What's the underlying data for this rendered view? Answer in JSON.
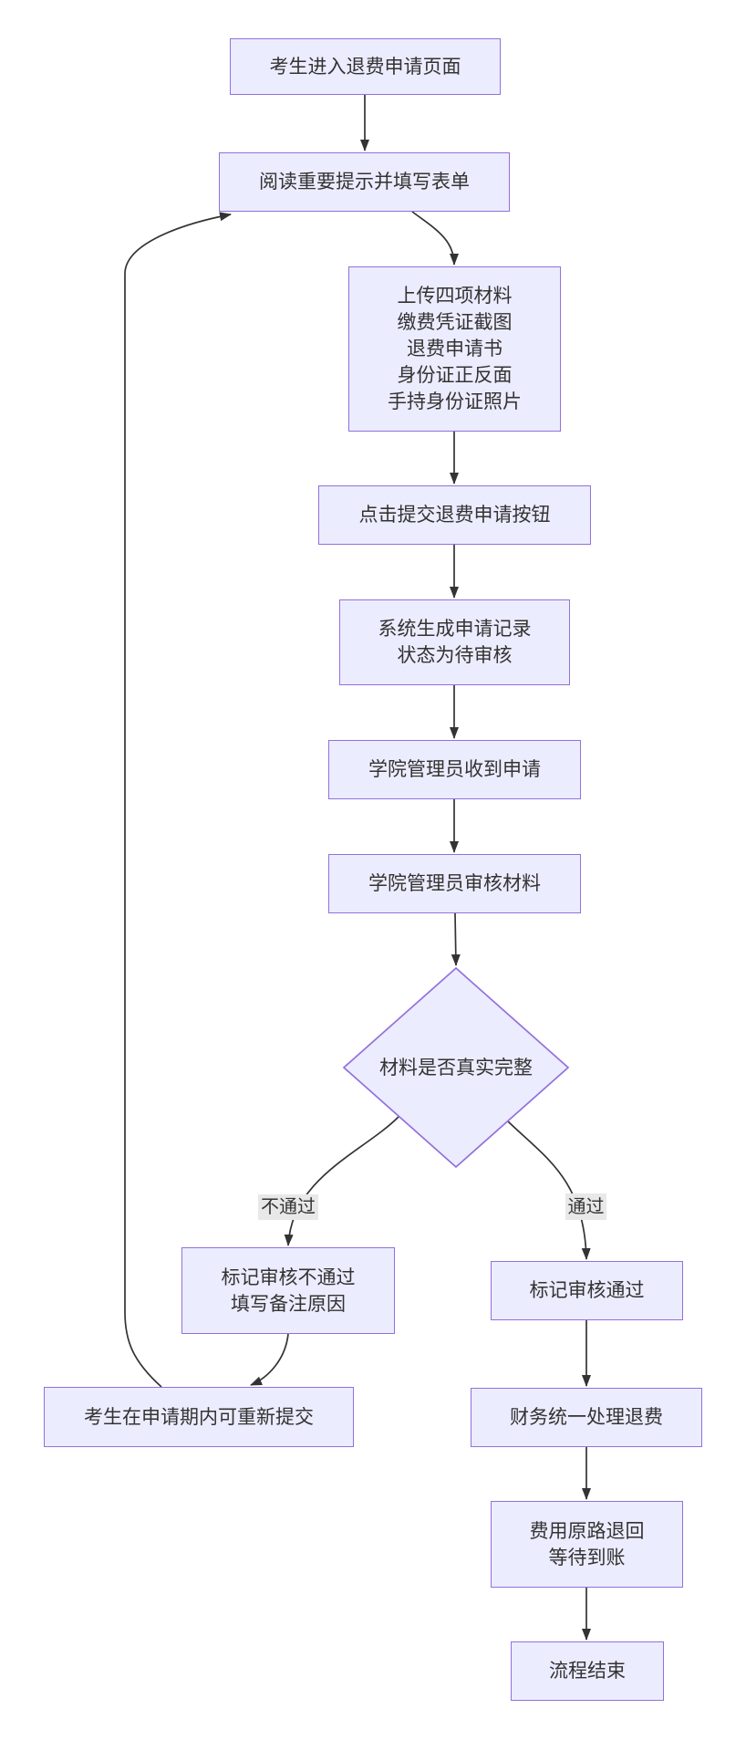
{
  "diagram": {
    "type": "flowchart",
    "direction": "top-down",
    "colors": {
      "background": "#ffffff",
      "node_fill": "#ECECFF",
      "node_border": "#9370DB",
      "edge_line": "#333333",
      "edge_label_bg": "#e8e8e8",
      "text": "#333333"
    },
    "nodes": {
      "enter": {
        "label": "考生进入退费申请页面"
      },
      "read": {
        "label": "阅读重要提示并填写表单"
      },
      "upload": {
        "lines": [
          "上传四项材料",
          "缴费凭证截图",
          "退费申请书",
          "身份证正反面",
          "手持身份证照片"
        ]
      },
      "submit": {
        "label": "点击提交退费申请按钮"
      },
      "record": {
        "lines": [
          "系统生成申请记录",
          "状态为待审核"
        ]
      },
      "receive": {
        "label": "学院管理员收到申请"
      },
      "review": {
        "label": "学院管理员审核材料"
      },
      "decision": {
        "label": "材料是否真实完整",
        "shape": "diamond"
      },
      "fail": {
        "lines": [
          "标记审核不通过",
          "填写备注原因"
        ]
      },
      "pass": {
        "label": "标记审核通过"
      },
      "resubmit": {
        "label": "考生在申请期内可重新提交"
      },
      "finance": {
        "label": "财务统一处理退费"
      },
      "refund": {
        "lines": [
          "费用原路退回",
          "等待到账"
        ]
      },
      "end": {
        "label": "流程结束"
      }
    },
    "edge_labels": {
      "fail": "不通过",
      "pass": "通过"
    },
    "edges": [
      {
        "from": "enter",
        "to": "read"
      },
      {
        "from": "read",
        "to": "upload"
      },
      {
        "from": "upload",
        "to": "submit"
      },
      {
        "from": "submit",
        "to": "record"
      },
      {
        "from": "record",
        "to": "receive"
      },
      {
        "from": "receive",
        "to": "review"
      },
      {
        "from": "review",
        "to": "decision"
      },
      {
        "from": "decision",
        "to": "fail",
        "label": "不通过"
      },
      {
        "from": "decision",
        "to": "pass",
        "label": "通过"
      },
      {
        "from": "fail",
        "to": "resubmit"
      },
      {
        "from": "resubmit",
        "to": "read"
      },
      {
        "from": "pass",
        "to": "finance"
      },
      {
        "from": "finance",
        "to": "refund"
      },
      {
        "from": "refund",
        "to": "end"
      }
    ]
  }
}
